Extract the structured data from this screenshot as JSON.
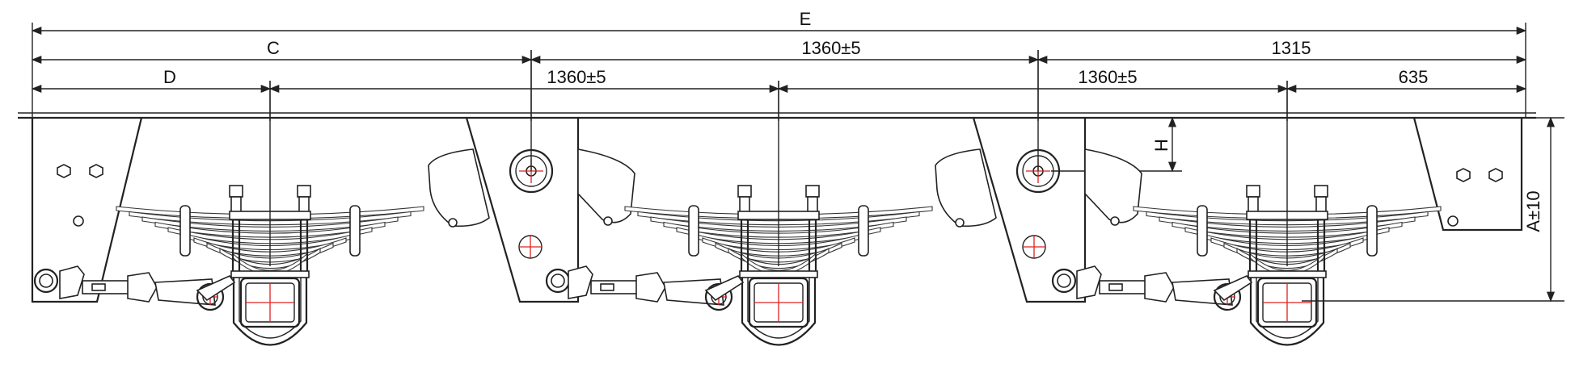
{
  "dimensions": {
    "overall": "E",
    "front_to_first_pivot": "C",
    "front_to_first_axle": "D",
    "pivot_spacing": "1360±5",
    "axle_spacing_1": "1360±5",
    "axle_spacing_2": "1360±5",
    "last_pivot_to_end": "1315",
    "last_axle_to_end": "635",
    "pivot_height": "H",
    "height": "A±10"
  },
  "colors": {
    "line": "#222222",
    "center_mark": "#e02020"
  },
  "icons": [
    "hanger-bracket",
    "leaf-spring",
    "axle-housing",
    "torque-arm",
    "equalizer-pivot"
  ]
}
